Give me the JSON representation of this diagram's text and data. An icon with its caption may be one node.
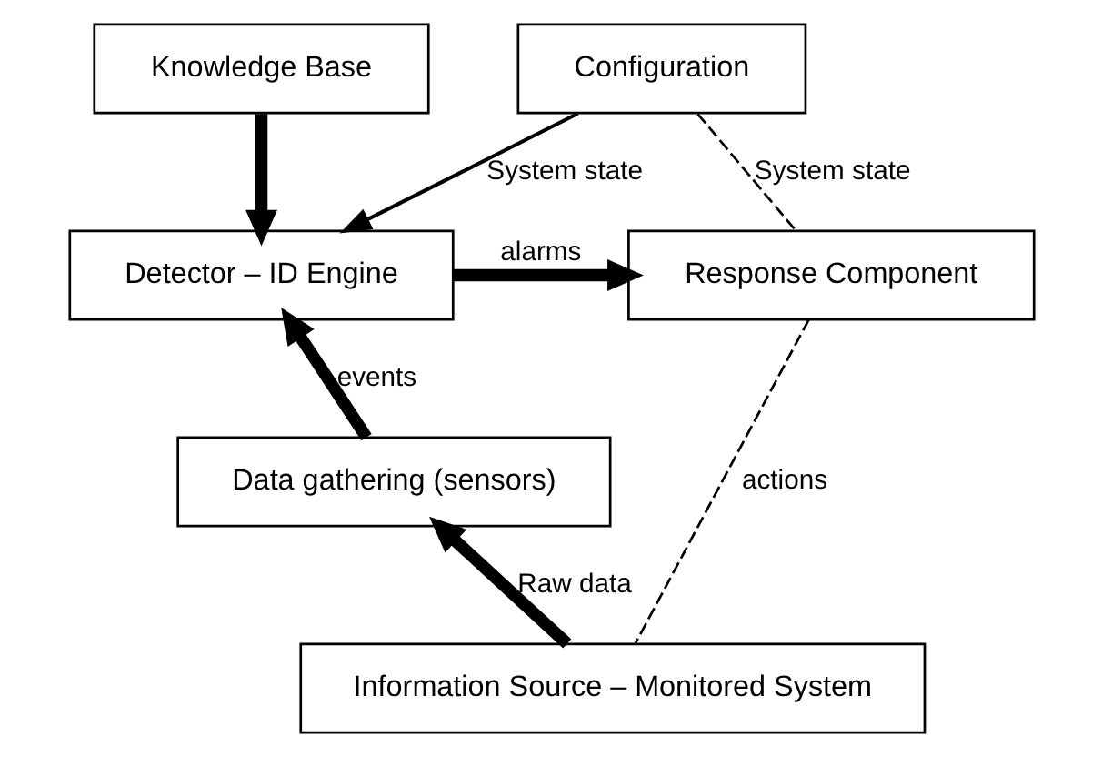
{
  "diagram": {
    "nodes": [
      {
        "text": [
          "Knowledge Base"
        ]
      },
      {
        "text": [
          "Configuration"
        ]
      },
      {
        "text": [
          "Detector – ID Engine"
        ]
      },
      {
        "text": [
          "Response Component"
        ]
      },
      {
        "text": [
          "Data gathering (sensors)"
        ]
      },
      {
        "text": [
          "Information Source – Monitored System"
        ]
      }
    ],
    "edges": [
      {
        "from": 0,
        "to": 2,
        "arrow": "to"
      },
      {
        "from": 1,
        "to": 2,
        "arrow": "to",
        "label": "System state"
      },
      {
        "from": 1,
        "to": 3,
        "arrow": "none",
        "style": "dashed",
        "label": "System state"
      },
      {
        "from": 2,
        "to": 3,
        "arrow": "to",
        "label": "alarms"
      },
      {
        "from": 4,
        "to": 2,
        "arrow": "to",
        "label": "events"
      },
      {
        "from": 5,
        "to": 4,
        "arrow": "to",
        "label": "Raw data"
      },
      {
        "from": 3,
        "to": 5,
        "arrow": "none",
        "style": "dashed",
        "label": "actions"
      }
    ]
  }
}
